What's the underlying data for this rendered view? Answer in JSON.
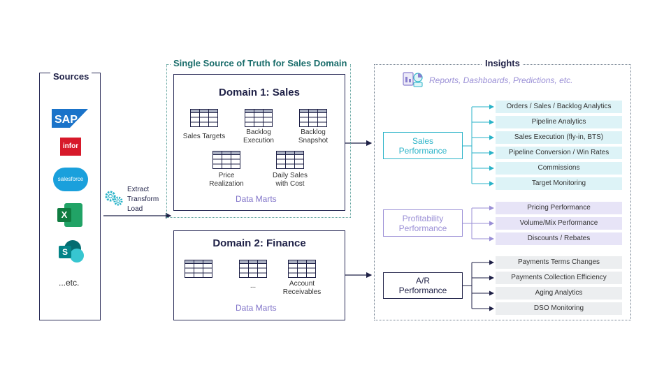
{
  "sources": {
    "title": "Sources",
    "logos": [
      "SAP",
      "infor",
      "salesforce",
      "X",
      "S"
    ],
    "etc": "...etc."
  },
  "etl": {
    "line1": "Extract",
    "line2": "Transform",
    "line3": "Load"
  },
  "sales_domain": {
    "header": "Single Source of Truth for Sales Domain",
    "title": "Domain 1: Sales",
    "marts": [
      {
        "line1": "Sales Targets",
        "line2": ""
      },
      {
        "line1": "Backlog",
        "line2": "Execution"
      },
      {
        "line1": "Backlog",
        "line2": "Snapshot"
      },
      {
        "line1": "Price",
        "line2": "Realization"
      },
      {
        "line1": "Daily Sales",
        "line2": "with Cost"
      }
    ],
    "data_marts_label": "Data Marts"
  },
  "finance_domain": {
    "title": "Domain 2: Finance",
    "marts": [
      {
        "line1": "",
        "line2": ""
      },
      {
        "line1": "...",
        "line2": ""
      },
      {
        "line1": "Account",
        "line2": "Receivables"
      }
    ],
    "data_marts_label": "Data Marts"
  },
  "insights": {
    "title": "Insights",
    "subtitle": "Reports, Dashboards, Predictions, etc.",
    "groups": [
      {
        "line1": "Sales",
        "line2": "Performance",
        "color": "#2ab3c8",
        "items": [
          "Orders / Sales / Backlog Analytics",
          "Pipeline Analytics",
          "Sales Execution (fly-in, BTS)",
          "Pipeline Conversion / Win Rates",
          "Commissions",
          "Target Monitoring"
        ]
      },
      {
        "line1": "Profitability",
        "line2": "Performance",
        "color": "#9a8fd6",
        "items": [
          "Pricing Performance",
          "Volume/Mix Performance",
          "Discounts / Rebates"
        ]
      },
      {
        "line1": "A/R",
        "line2": "Performance",
        "color": "#1f2147",
        "items": [
          "Payments Terms Changes",
          "Payments Collection Efficiency",
          "Aging Analytics",
          "DSO Monitoring"
        ]
      }
    ]
  }
}
